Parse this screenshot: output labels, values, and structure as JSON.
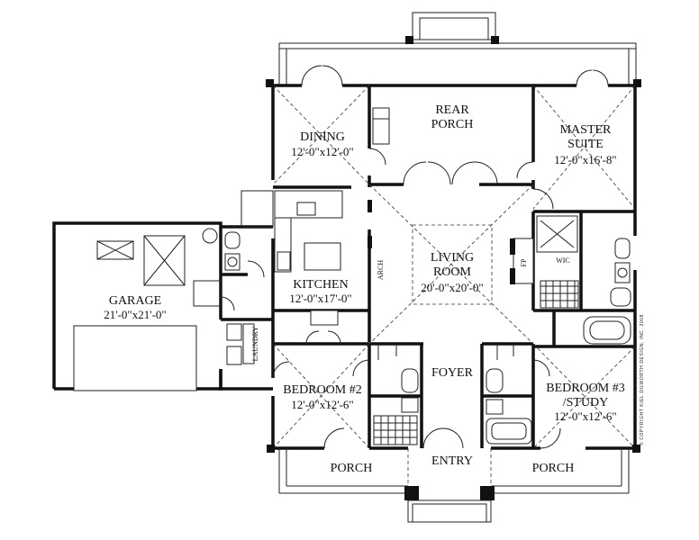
{
  "plan": {
    "rooms": {
      "rear_porch": {
        "name_line1": "REAR",
        "name_line2": "PORCH"
      },
      "dining": {
        "name": "DINING",
        "size": "12'-0\"x12'-0\""
      },
      "master_suite": {
        "name_line1": "MASTER",
        "name_line2": "SUITE",
        "size": "12'-0\"x16'-8\""
      },
      "living_room": {
        "name_line1": "LIVING",
        "name_line2": "ROOM",
        "size": "20'-0\"x20'-0\""
      },
      "kitchen": {
        "name": "KITCHEN",
        "size": "12'-0\"x17'-0\""
      },
      "garage": {
        "name": "GARAGE",
        "size": "21'-0\"x21'-0\""
      },
      "bedroom_2": {
        "name": "BEDROOM #2",
        "size": "12'-0\"x12'-6\""
      },
      "bedroom_3": {
        "name_line1": "BEDROOM #3",
        "name_line2": "/STUDY",
        "size": "12'-0\"x12'-6\""
      },
      "foyer": {
        "name": "FOYER"
      },
      "entry": {
        "name": "ENTRY"
      },
      "porch_left": {
        "name": "PORCH"
      },
      "porch_right": {
        "name": "PORCH"
      }
    },
    "small_labels": {
      "arch": "ARCH",
      "laundry": "LAUNDRY",
      "fp": "FP",
      "wic": "WIC"
    },
    "copyright": "© COPYRIGHT KIEL DILWORTH DESIGN, INC. 2008"
  }
}
